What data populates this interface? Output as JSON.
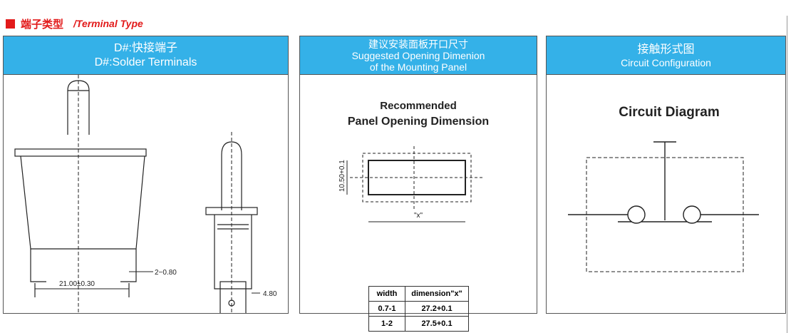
{
  "title": {
    "cn": "端子类型",
    "en": "/Terminal Type"
  },
  "panels": [
    {
      "header_line1": "D#:快接端子",
      "header_line2": "D#:Solder Terminals",
      "dims": {
        "width_dim": "21.00±0.30",
        "terminal_dim": "2−0.80",
        "side_dim": "4.80"
      }
    },
    {
      "header_line1": "建议安装面板开口尺寸",
      "header_line2": "Suggested Opening Dimenion",
      "header_line3": "of the Mounting Panel",
      "heading_line1": "Recommended",
      "heading_line2": "Panel Opening Dimension",
      "height_dim": "10.50+0.1",
      "x_label": "\"x\"",
      "table": {
        "headers": [
          "width",
          "dimension\"x\""
        ],
        "rows": [
          [
            "0.7-1",
            "27.2+0.1"
          ],
          [
            "1-2",
            "27.5+0.1"
          ]
        ]
      }
    },
    {
      "header_line1": "接触形式图",
      "header_line2": "Circuit Configuration",
      "heading": "Circuit Diagram"
    }
  ],
  "colors": {
    "accent_red": "#e21a1a",
    "header_blue": "#34b1e8"
  }
}
